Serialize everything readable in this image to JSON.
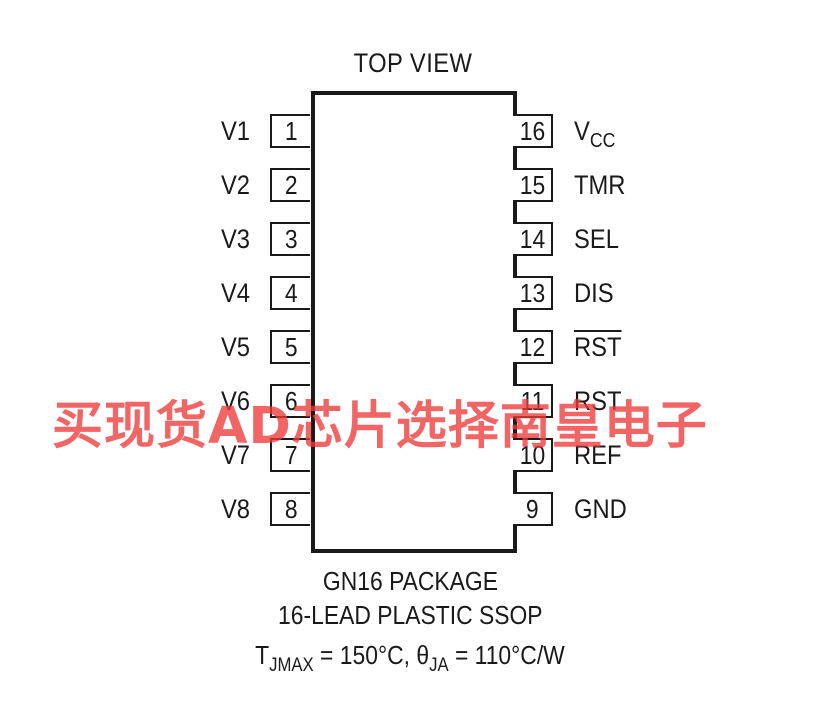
{
  "diagram": {
    "view_label": "TOP VIEW",
    "left_pins": [
      {
        "num": "1",
        "label": "V1"
      },
      {
        "num": "2",
        "label": "V2"
      },
      {
        "num": "3",
        "label": "V3"
      },
      {
        "num": "4",
        "label": "V4"
      },
      {
        "num": "5",
        "label": "V5"
      },
      {
        "num": "6",
        "label": "V6"
      },
      {
        "num": "7",
        "label": "V7"
      },
      {
        "num": "8",
        "label": "V8"
      }
    ],
    "right_pins": [
      {
        "num": "16",
        "label": "V",
        "label_sub": "CC",
        "overbar": false
      },
      {
        "num": "15",
        "label": "TMR",
        "overbar": false
      },
      {
        "num": "14",
        "label": "SEL",
        "overbar": false
      },
      {
        "num": "13",
        "label": "DIS",
        "overbar": false
      },
      {
        "num": "12",
        "label": "RST",
        "overbar": true
      },
      {
        "num": "11",
        "label": "RST",
        "overbar": false
      },
      {
        "num": "10",
        "label": "REF",
        "overbar": false
      },
      {
        "num": "9",
        "label": "GND",
        "overbar": false
      }
    ],
    "package_line1": "GN16 PACKAGE",
    "package_line2": "16-LEAD PLASTIC SSOP",
    "thermal": {
      "t_symbol": "T",
      "t_sub": "JMAX",
      "t_value": " = 150°C, ",
      "theta_symbol": "θ",
      "theta_sub": "JA",
      "theta_value": " = 110°C/W"
    }
  },
  "watermark": {
    "text": "买现货AD芯片选择南皇电子",
    "color": "#ee3a3a"
  }
}
